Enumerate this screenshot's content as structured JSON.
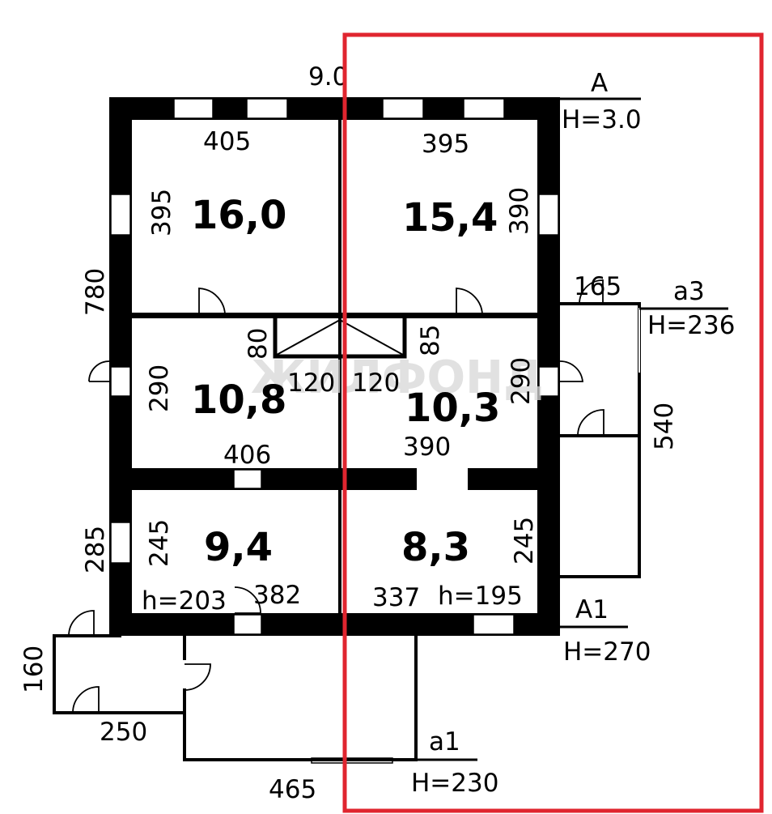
{
  "plan": {
    "overall_width": "9.0",
    "overall_depth": "780",
    "watermark": "ЖИЛФОНД",
    "rooms": [
      {
        "area": "16,0",
        "width": "405",
        "depth": "395"
      },
      {
        "area": "15,4",
        "width": "395",
        "depth": "390"
      },
      {
        "area": "10,8",
        "width": "406",
        "depth": "290"
      },
      {
        "area": "10,3",
        "width": "390",
        "depth": "290"
      },
      {
        "area": "9,4",
        "width": "382",
        "depth": "245",
        "height": "h=203"
      },
      {
        "area": "8,3",
        "width": "337",
        "depth": "245",
        "height": "h=195"
      }
    ],
    "stair": {
      "left_depth": "80",
      "right_depth": "85",
      "left_width": "120",
      "right_width": "120"
    },
    "exterior": {
      "west_lower": "285"
    },
    "labels": {
      "A": {
        "name": "A",
        "height": "H=3.0"
      },
      "a3": {
        "name": "a3",
        "height": "H=236",
        "width": "165",
        "depth": "540"
      },
      "A1": {
        "name": "A1",
        "height": "H=270"
      },
      "a1": {
        "name": "a1",
        "height": "H=230",
        "width": "465"
      },
      "porch": {
        "depth": "160",
        "width": "250"
      }
    }
  },
  "colors": {
    "wall": "#000000",
    "window": "#ffffff",
    "highlight": "#e0252f"
  }
}
